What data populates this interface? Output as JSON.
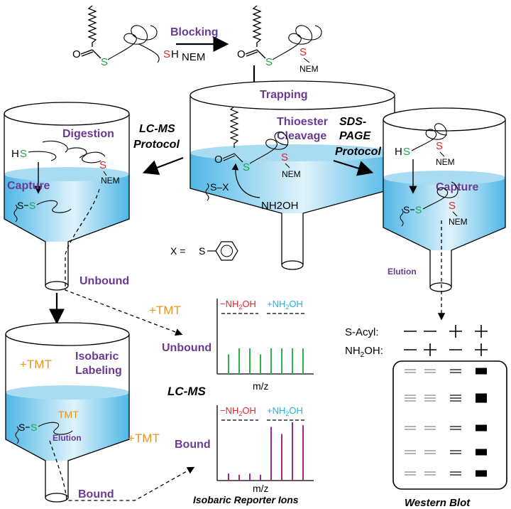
{
  "labels": {
    "blocking": "Blocking",
    "nem": "NEM",
    "trapping": "Trapping",
    "thioester_cleavage_1": "Thioester",
    "thioester_cleavage_2": "Cleavage",
    "lcms_protocol_1": "LC-MS",
    "lcms_protocol_2": "Protocol",
    "sds_protocol_1": "SDS-",
    "sds_protocol_2": "PAGE",
    "sds_protocol_3": "Protocol",
    "digestion": "Digestion",
    "capture": "Capture",
    "elution": "Elution",
    "unbound": "Unbound",
    "bound": "Bound",
    "plus_tmt": "+TMT",
    "isobaric_1": "Isobaric",
    "isobaric_2": "Labeling",
    "tmt": "TMT",
    "lcms": "LC-MS",
    "mz": "m/z",
    "minus_nh2oh": "−NH2OH",
    "plus_nh2oh": "+NH2OH",
    "reporter_ions": "Isobaric Reporter Ions",
    "x_equals": "X =",
    "s": "S",
    "h": "H",
    "o": "O",
    "sx": "S–X",
    "nh2oh": "NH2OH",
    "s_acyl": "S-Acyl:",
    "nh2oh_row": "NH2OH:",
    "western_blot": "Western Blot"
  },
  "colors": {
    "purple": "#6a3a92",
    "orange": "#f0921e",
    "green": "#1da54a",
    "red": "#e2242b",
    "cyan": "#25aee3",
    "spectrum_green": "#2bb34a",
    "spectrum_purple": "#9b2a8e",
    "liquid": "#6ec6ea"
  },
  "spectrum_unbound": {
    "values": [
      0.55,
      0.72,
      0.72,
      0.55,
      0.72,
      0.72,
      0.72,
      0.72
    ]
  },
  "spectrum_bound": {
    "values": [
      0.12,
      0.1,
      0.12,
      0.1,
      0.92,
      0.8,
      1.0,
      0.95
    ]
  },
  "western_blot": {
    "s_acyl": [
      "—",
      "—",
      "+",
      "+"
    ],
    "nh2oh": [
      "—",
      "+",
      "—",
      "+"
    ],
    "band_weights": [
      1,
      1,
      2,
      5
    ]
  }
}
